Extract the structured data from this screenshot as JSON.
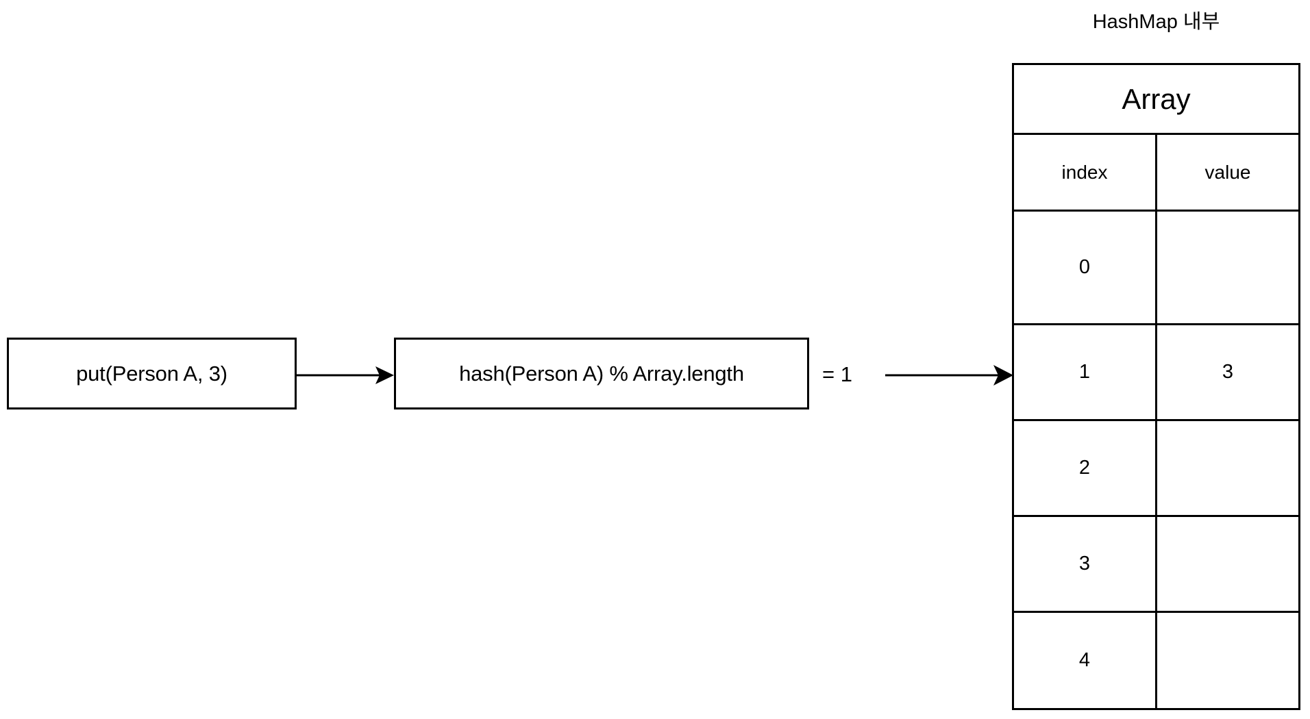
{
  "diagram": {
    "title": "HashMap 내부",
    "flow": {
      "put_box_label": "put(Person A, 3)",
      "hash_box_label": "hash(Person A) % Array.length",
      "result_label": "= 1",
      "arrow_put_to_hash": "arrow-right",
      "arrow_hash_to_array": "arrow-right"
    },
    "array_table": {
      "header": "Array",
      "columns": [
        "index",
        "value"
      ],
      "rows": [
        {
          "index": "0",
          "value": ""
        },
        {
          "index": "1",
          "value": "3"
        },
        {
          "index": "2",
          "value": ""
        },
        {
          "index": "3",
          "value": ""
        },
        {
          "index": "4",
          "value": ""
        }
      ]
    },
    "colors": {
      "stroke": "#000000",
      "background": "#ffffff",
      "text": "#000000"
    }
  }
}
